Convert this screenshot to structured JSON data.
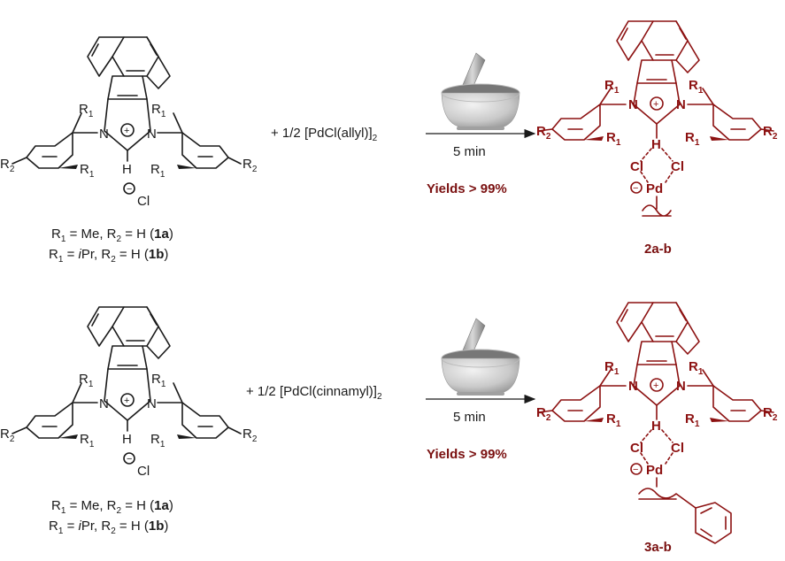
{
  "reactions": [
    {
      "reagent_prefix": "+ 1/2 [PdCl(allyl)]",
      "reagent_sub": "2",
      "time": "5 min",
      "yield": "Yields > 99%",
      "product_label": "2a-b"
    },
    {
      "reagent_prefix": "+ 1/2 [PdCl(cinnamyl)]",
      "reagent_sub": "2",
      "time": "5 min",
      "yield": "Yields > 99%",
      "product_label": "3a-b"
    }
  ],
  "atoms": {
    "N": "N",
    "H": "H",
    "Cl": "Cl",
    "Pd": "Pd",
    "R": "R",
    "sub1": "1",
    "sub2": "2",
    "plus": "+",
    "minus": "−"
  },
  "substituents": {
    "line1": {
      "r1": "R",
      "r1_sub": "1",
      "r1_val": " = Me,  R",
      "r2_sub": "2",
      "r2_val": " = H  (",
      "cmp": "1",
      "cmp_suffix": "a",
      "close": ")"
    },
    "line2": {
      "r1": "R",
      "r1_sub": "1",
      "r1_val": " = ",
      "r1_ital": "i",
      "r1_val2": "Pr,  R",
      "r2_sub": "2",
      "r2_val": " = H  (",
      "cmp": "1",
      "cmp_suffix": "b",
      "close": ")"
    }
  },
  "colors": {
    "product": "#8c1111",
    "yield": "#7a1010",
    "ink": "#1a1a1a"
  },
  "icons": [
    "mortar-pestle-icon",
    "arrow-right-icon"
  ]
}
